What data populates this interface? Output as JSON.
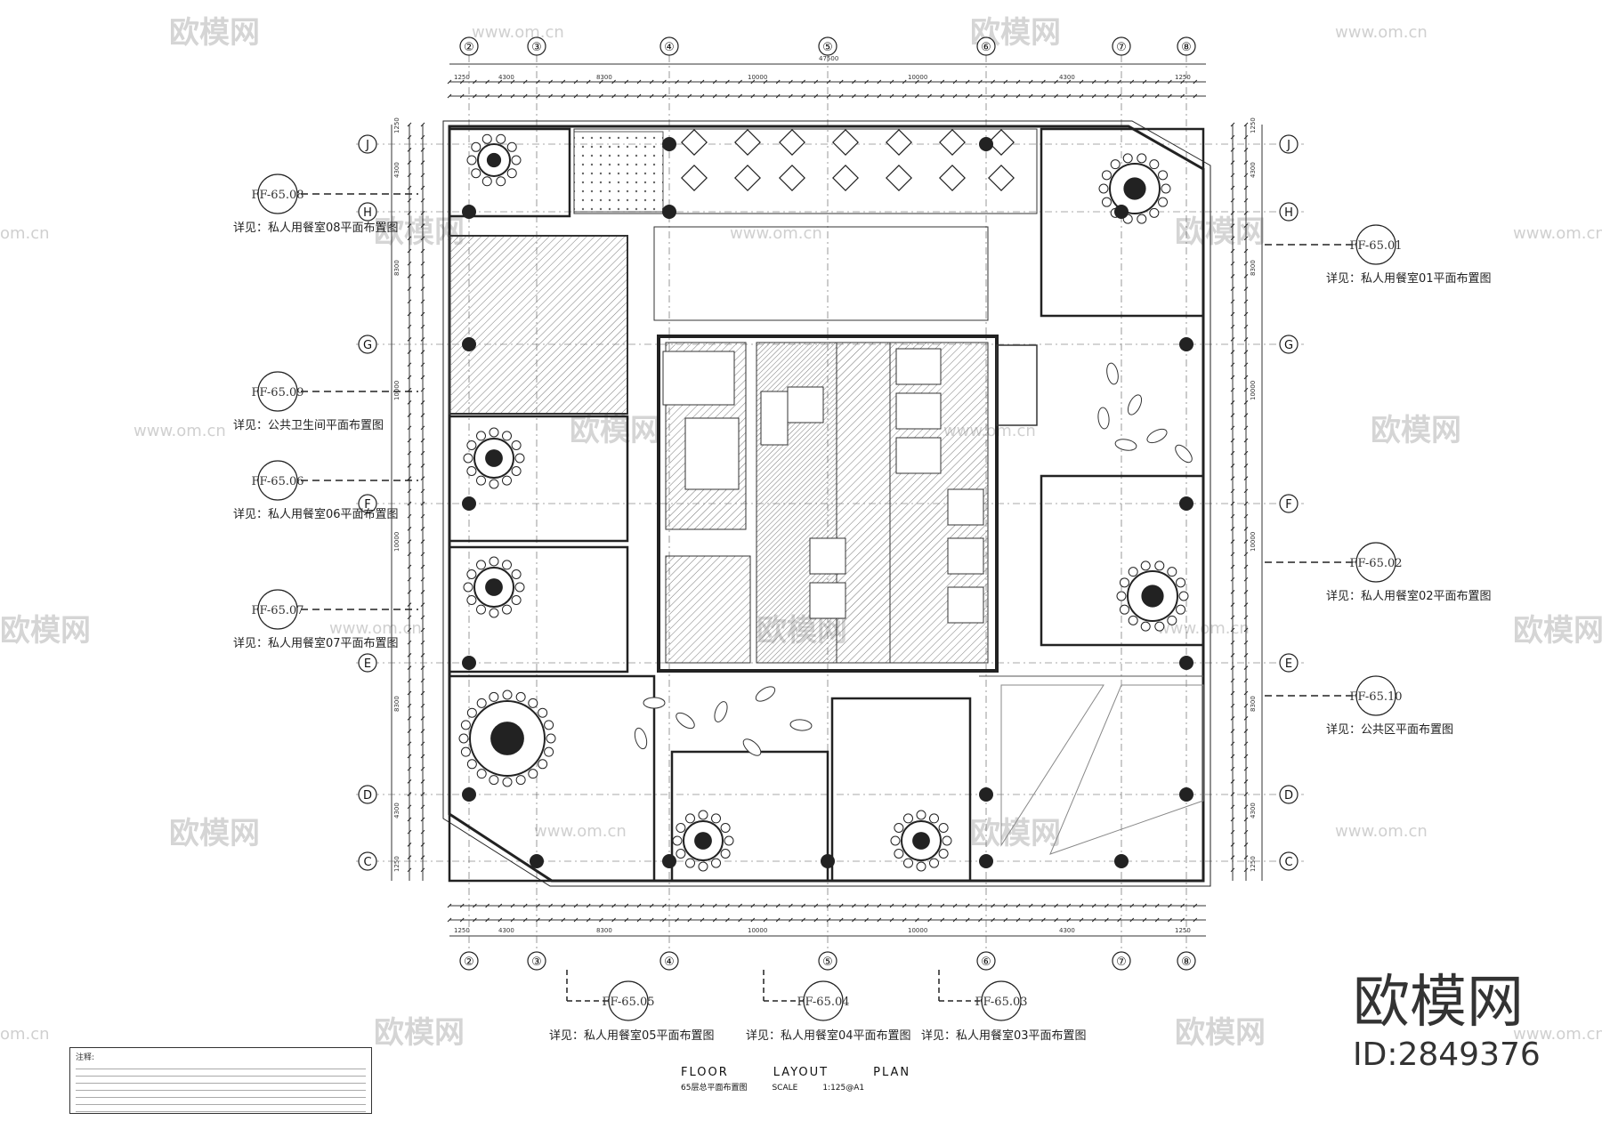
{
  "watermarks": {
    "brand_cn": "欧模网",
    "site": "www.om.cn",
    "site_short": "om.cn"
  },
  "brand": {
    "name": "欧模网",
    "id_text": "ID:2849376"
  },
  "grid": {
    "columns": [
      "②",
      "③",
      "④",
      "⑤",
      "⑥",
      "⑦",
      "⑧"
    ],
    "rows": [
      "J",
      "H",
      "G",
      "F",
      "E",
      "D",
      "C"
    ]
  },
  "dimensions": {
    "total": "47500",
    "spans": [
      "1250",
      "4300",
      "8300",
      "10000",
      "10000",
      "4300",
      "1250"
    ],
    "row_spans": [
      "1250",
      "4300",
      "8300",
      "10000",
      "10000",
      "8300",
      "4300",
      "1250"
    ]
  },
  "refs_left": [
    {
      "code": "FF-65.08",
      "note": "详见：私人用餐室08平面布置图"
    },
    {
      "code": "FF-65.09",
      "note": "详见：公共卫生间平面布置图"
    },
    {
      "code": "FF-65.06",
      "note": "详见：私人用餐室06平面布置图"
    },
    {
      "code": "FF-65.07",
      "note": "详见：私人用餐室07平面布置图"
    }
  ],
  "refs_right": [
    {
      "code": "FF-65.01",
      "note": "详见：私人用餐室01平面布置图"
    },
    {
      "code": "FF-65.02",
      "note": "详见：私人用餐室02平面布置图"
    },
    {
      "code": "FF-65.10",
      "note": "详见：公共区平面布置图"
    }
  ],
  "refs_bottom": [
    {
      "code": "FF-65.05",
      "note": "详见：私人用餐室05平面布置图"
    },
    {
      "code": "FF-65.04",
      "note": "详见：私人用餐室04平面布置图"
    },
    {
      "code": "FF-65.03",
      "note": "详见：私人用餐室03平面布置图"
    }
  ],
  "title_block": {
    "words": [
      "FLOOR",
      "LAYOUT",
      "PLAN"
    ],
    "subtitle": "65层总平面布置图",
    "scale_label": "SCALE",
    "scale_value": "1:125@A1"
  },
  "notes": {
    "heading": "注释:"
  },
  "colors": {
    "line": "#222222",
    "hatch": "#9a9a9a",
    "watermark": "#d5d5d5"
  }
}
